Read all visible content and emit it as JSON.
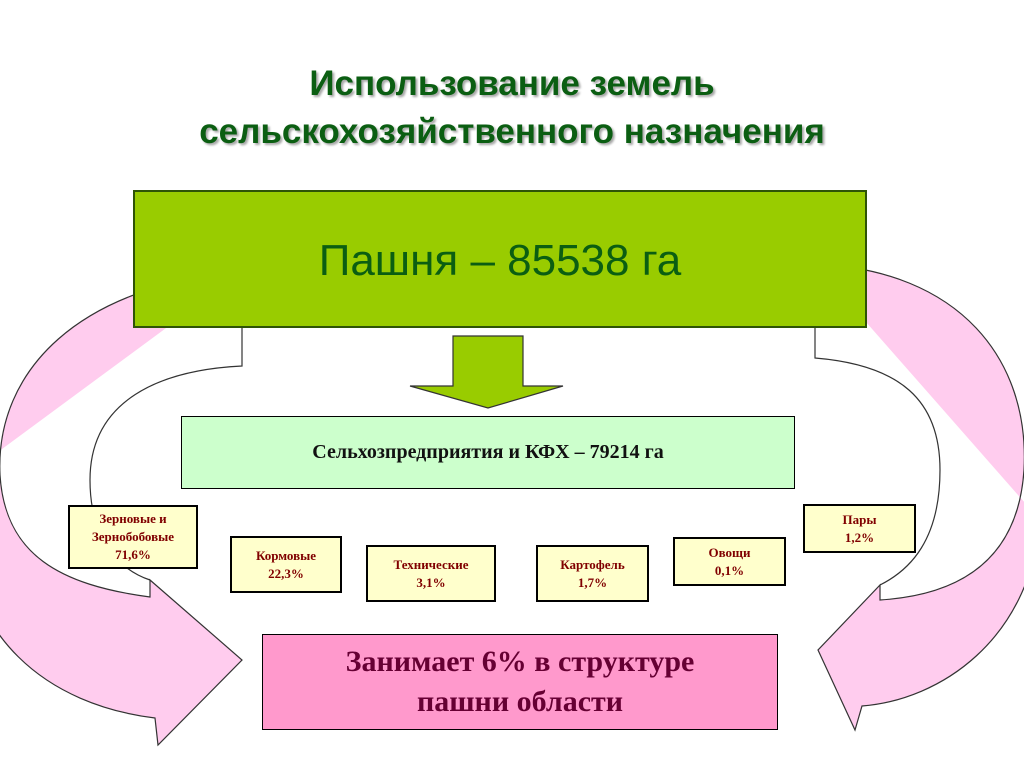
{
  "title": {
    "line1": "Использование земель",
    "line2": "сельскохозяйственного назначения"
  },
  "arable": {
    "label": "Пашня – 85538 га"
  },
  "enterprises": {
    "label": "Сельхозпредприятия и КФХ – 79214 га"
  },
  "crops": [
    {
      "lines": [
        "Зерновые и",
        "Зернобобовые",
        "71,6%"
      ]
    },
    {
      "lines": [
        "Кормовые",
        "22,3%"
      ]
    },
    {
      "lines": [
        "Технические",
        "3,1%"
      ]
    },
    {
      "lines": [
        "Картофель",
        "1,7%"
      ]
    },
    {
      "lines": [
        "Овощи",
        "0,1%"
      ]
    },
    {
      "lines": [
        "Пары",
        "1,2%"
      ]
    }
  ],
  "share": {
    "line1": "Занимает 6% в структуре",
    "line2": "пашни области"
  },
  "colors": {
    "title": "#0b5e12",
    "arable_fill": "#99cc00",
    "enterprises_fill": "#ccffcc",
    "crop_fill": "#ffffcc",
    "crop_text": "#800000",
    "share_fill": "#ff99cc",
    "curved_arrow_fill": "#ffccee",
    "down_arrow_fill": "#99cc00"
  }
}
